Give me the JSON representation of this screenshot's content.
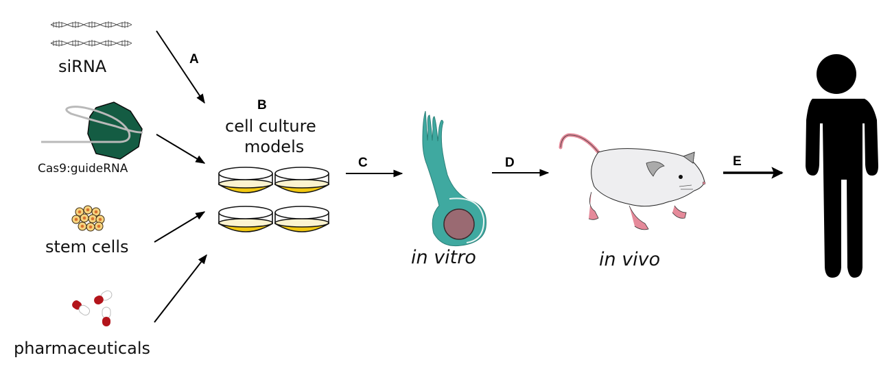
{
  "figure": {
    "inputs": [
      {
        "id": "sirna",
        "label": "siRNA",
        "icon": "dna-strands-icon"
      },
      {
        "id": "cas9",
        "label": "Cas9:guideRNA",
        "icon": "cas9-protein-icon"
      },
      {
        "id": "stem",
        "label": "stem cells",
        "icon": "stem-cell-cluster-icon"
      },
      {
        "id": "pharma",
        "label": "pharmaceuticals",
        "icon": "capsule-pills-icon"
      }
    ],
    "steps": {
      "a": "A",
      "b": "B",
      "c": "C",
      "d": "D",
      "e": "E"
    },
    "cell_culture": {
      "line1": "cell culture",
      "line2": "models",
      "dish_count": 4
    },
    "in_vitro": {
      "label": "in vitro",
      "icon": "neuron-cell-icon"
    },
    "in_vivo": {
      "label": "in vivo",
      "icon": "mouse-icon"
    },
    "human": {
      "icon": "human-figure-icon"
    },
    "colors": {
      "cas9_green": "#145c43",
      "culture_yellow": "#f2c811",
      "culture_pale": "#fbf3cf",
      "cell_teal": "#3fa9a0",
      "nucleus": "#9a6a72",
      "mouse_pink": "#e58a9a",
      "pill_red": "#b3141b",
      "stem_orange": "#e8a23a"
    }
  }
}
